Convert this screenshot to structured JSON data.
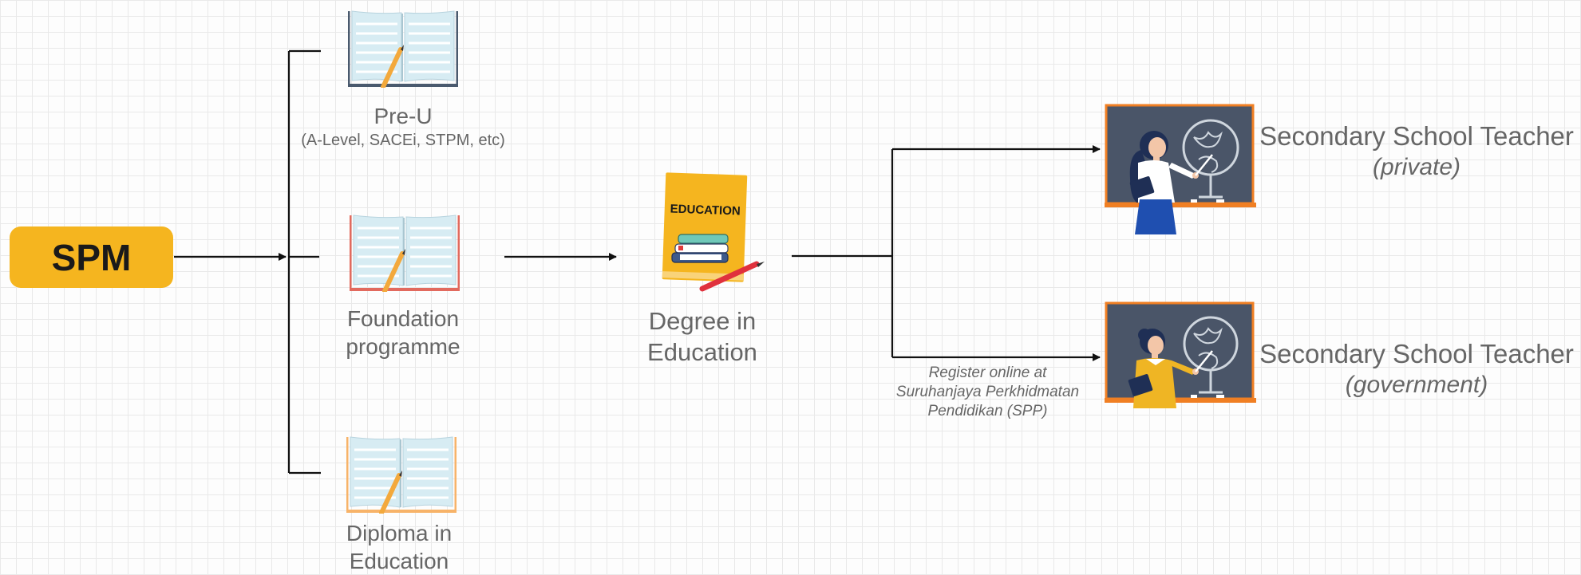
{
  "start": {
    "label": "SPM"
  },
  "pathways": [
    {
      "id": "pre-u",
      "title": "Pre-U",
      "subtitle": "(A-Level, SACEi, STPM, etc)",
      "icon": "open-book-icon",
      "color": "#4a5a6e"
    },
    {
      "id": "foundation",
      "title_line1": "Foundation",
      "title_line2": "programme",
      "icon": "open-book-icon",
      "color": "#e26a5e"
    },
    {
      "id": "diploma",
      "title_line1": "Diploma in",
      "title_line2": "Education",
      "icon": "open-book-icon",
      "color": "#f7b369"
    }
  ],
  "degree": {
    "line1": "Degree in",
    "line2": "Education",
    "book_text": "EDUCATION",
    "icon": "education-book-icon"
  },
  "outcomes": [
    {
      "id": "private",
      "line1": "Secondary School Teacher",
      "line2": "(private)",
      "icon": "teacher-chalkboard-icon"
    },
    {
      "id": "government",
      "line1": "Secondary School Teacher",
      "line2": "(government)",
      "icon": "teacher-chalkboard-icon"
    }
  ],
  "register_note": {
    "line1": "Register online at",
    "line2": "Suruhanjaya Perkhidmatan",
    "line3": "Pendidikan (SPP)"
  },
  "colors": {
    "accent": "#f5b51f",
    "text": "#666666",
    "connector": "#111111",
    "board": "#4a5568",
    "board_frame": "#f07f23"
  }
}
